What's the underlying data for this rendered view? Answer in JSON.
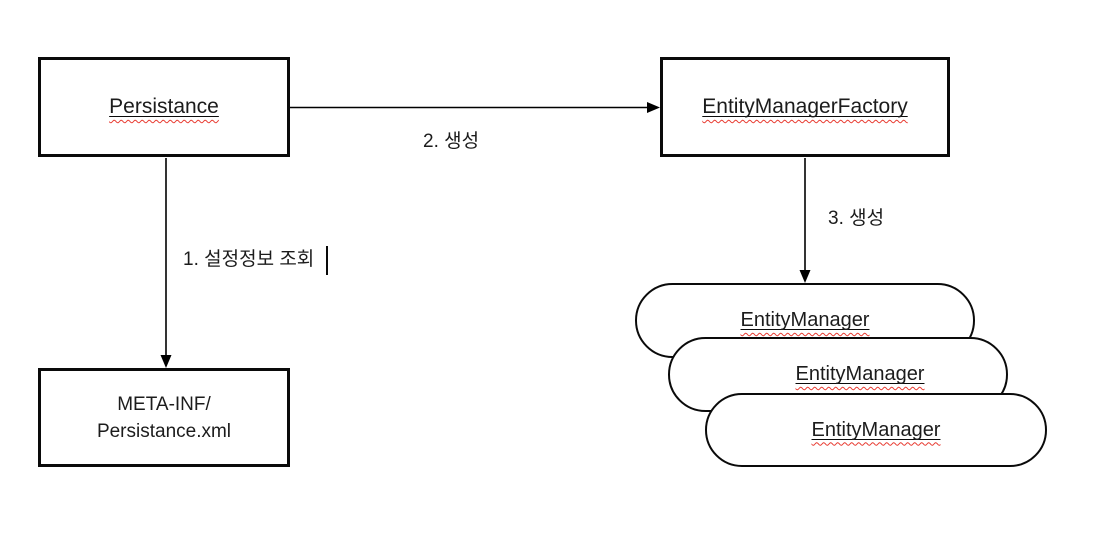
{
  "diagram": {
    "background_color": "#ffffff",
    "stroke_color": "#000000",
    "text_color": "#1c1c1c",
    "spellcheck_underline_color": "#e83a30",
    "nodes": {
      "persistence": {
        "label": "Persistance"
      },
      "entity_manager_factory": {
        "label": "EntityManagerFactory"
      },
      "meta_inf": {
        "lines": [
          "META-INF/",
          "Persistance.xml"
        ]
      },
      "entity_managers": [
        {
          "label": "EntityManager"
        },
        {
          "label": "EntityManager"
        },
        {
          "label": "EntityManager"
        }
      ]
    },
    "edges": {
      "step1": {
        "label": "1. 설정정보 조회"
      },
      "step2": {
        "label": "2. 생성"
      },
      "step3": {
        "label": "3. 생성"
      }
    }
  }
}
